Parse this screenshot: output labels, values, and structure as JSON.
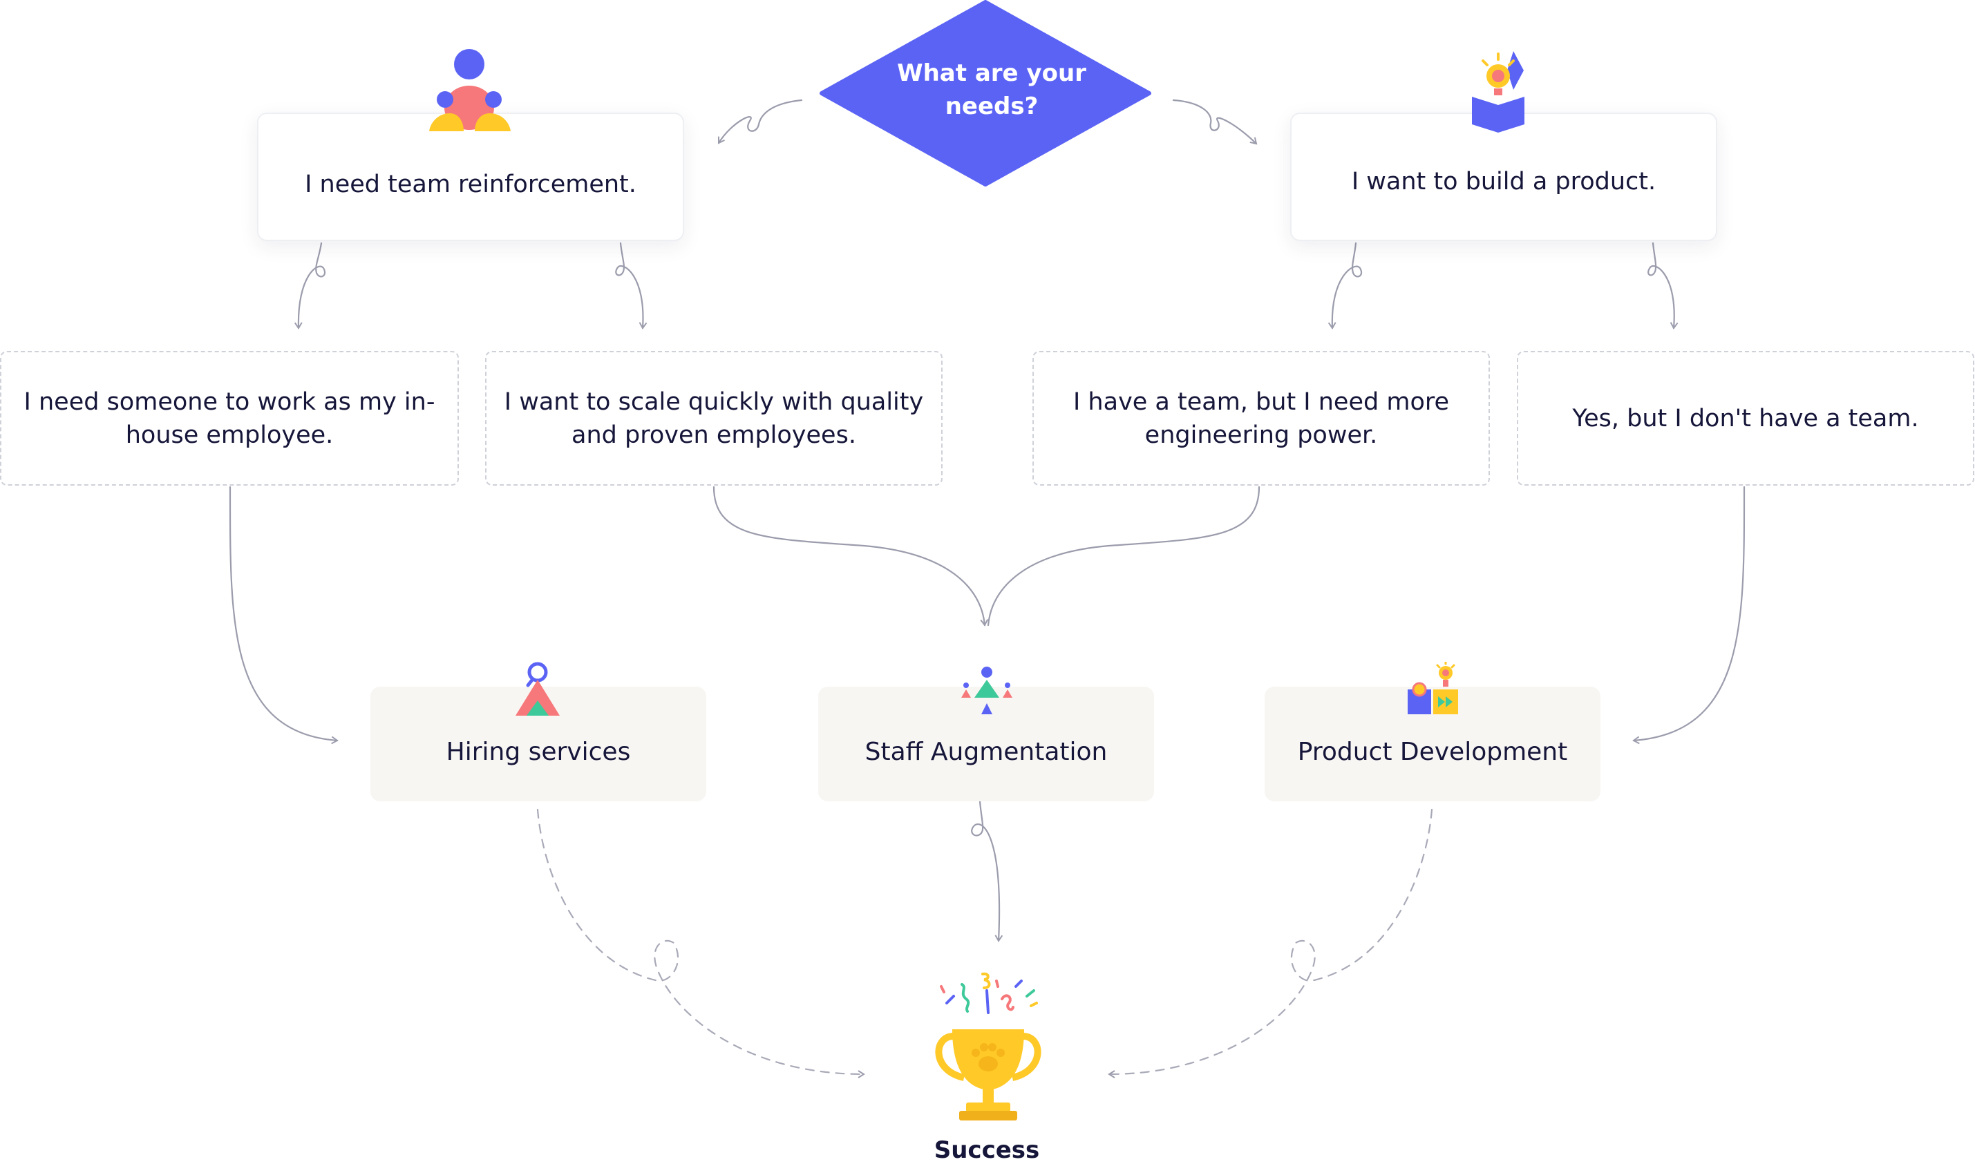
{
  "decision": {
    "question": "What are your needs?"
  },
  "branches": [
    {
      "label": "I need team reinforcement.",
      "icon": "team-person-icon"
    },
    {
      "label": "I want to build a product.",
      "icon": "idea-book-icon"
    }
  ],
  "options": [
    {
      "label": "I need someone to work as my in-house employee."
    },
    {
      "label": "I want to scale quickly with quality and proven employees."
    },
    {
      "label": "I have a team, but I need more engineering power."
    },
    {
      "label": "Yes, but I don't have a team."
    }
  ],
  "services": [
    {
      "label": "Hiring services",
      "icon": "hiring-search-icon"
    },
    {
      "label": "Staff Augmentation",
      "icon": "staff-team-icon"
    },
    {
      "label": "Product Development",
      "icon": "product-dev-icon"
    }
  ],
  "outcome": {
    "label": "Success",
    "icon": "trophy-icon"
  },
  "colors": {
    "accent": "#5b63f5",
    "text": "#16163a",
    "card_border": "#eeeff3",
    "dashed_border": "#cfd1d9",
    "service_bg": "#f8f6f3",
    "connector": "#9b9cac",
    "yellow": "#ffc928",
    "coral": "#f6787a",
    "green": "#3ec99a"
  }
}
